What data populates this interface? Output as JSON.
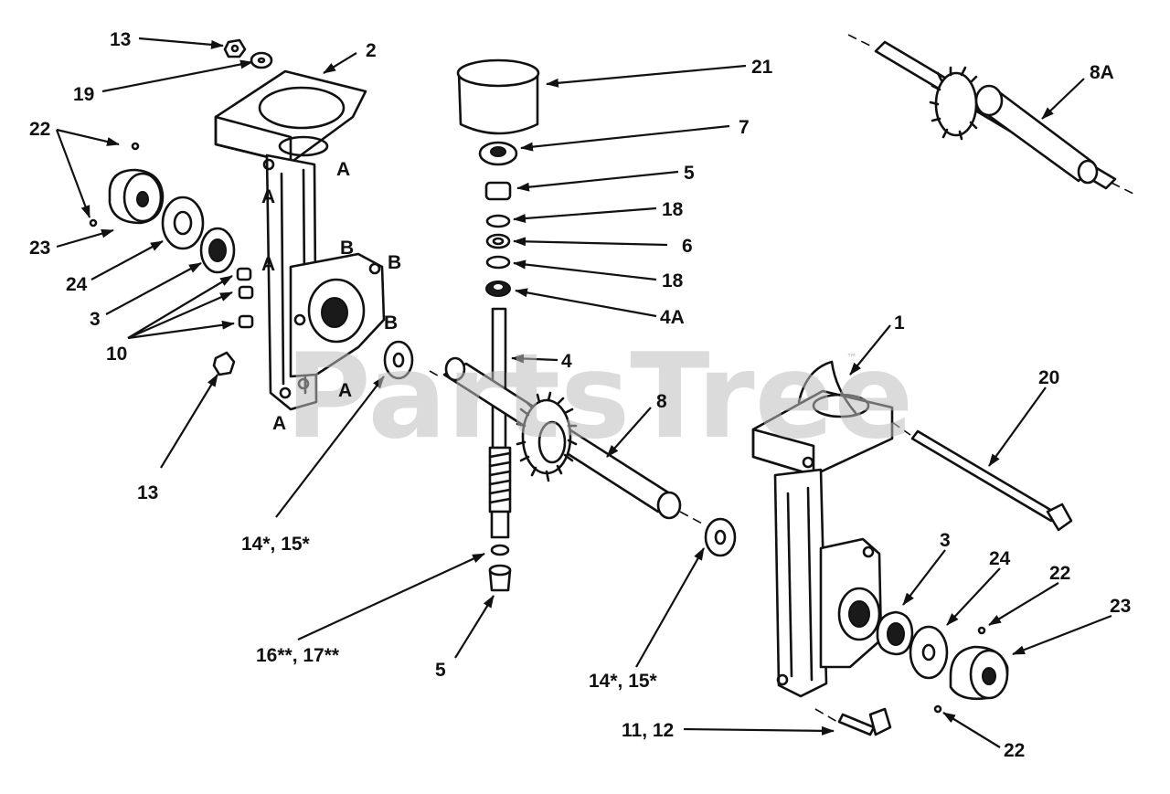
{
  "watermark": {
    "text": "PartsTree",
    "trademark": "™"
  },
  "labels": [
    {
      "id": "13-top",
      "text": "13"
    },
    {
      "id": "19",
      "text": "19"
    },
    {
      "id": "2",
      "text": "2"
    },
    {
      "id": "22-top",
      "text": "22"
    },
    {
      "id": "23-left",
      "text": "23"
    },
    {
      "id": "24-left",
      "text": "24"
    },
    {
      "id": "3-left",
      "text": "3"
    },
    {
      "id": "10",
      "text": "10"
    },
    {
      "id": "13-bottom",
      "text": "13"
    },
    {
      "id": "14-15-left",
      "text": "14*, 15*"
    },
    {
      "id": "16-17",
      "text": "16**, 17**"
    },
    {
      "id": "5-bottom",
      "text": "5"
    },
    {
      "id": "21",
      "text": "21"
    },
    {
      "id": "7",
      "text": "7"
    },
    {
      "id": "5-top",
      "text": "5"
    },
    {
      "id": "18-top",
      "text": "18"
    },
    {
      "id": "6",
      "text": "6"
    },
    {
      "id": "18-bottom",
      "text": "18"
    },
    {
      "id": "4A",
      "text": "4A"
    },
    {
      "id": "4",
      "text": "4"
    },
    {
      "id": "8",
      "text": "8"
    },
    {
      "id": "8A",
      "text": "8A"
    },
    {
      "id": "1",
      "text": "1"
    },
    {
      "id": "20",
      "text": "20"
    },
    {
      "id": "14-15-right",
      "text": "14*, 15*"
    },
    {
      "id": "3-right",
      "text": "3"
    },
    {
      "id": "24-right",
      "text": "24"
    },
    {
      "id": "22-right",
      "text": "22"
    },
    {
      "id": "23-right",
      "text": "23"
    },
    {
      "id": "22-bottom",
      "text": "22"
    },
    {
      "id": "11-12",
      "text": "11, 12"
    }
  ],
  "housing_marks": [
    {
      "id": "A1",
      "text": "A"
    },
    {
      "id": "A2",
      "text": "A"
    },
    {
      "id": "A3",
      "text": "A"
    },
    {
      "id": "A4",
      "text": "A"
    },
    {
      "id": "A5",
      "text": "A"
    },
    {
      "id": "B1",
      "text": "B"
    },
    {
      "id": "B2",
      "text": "B"
    },
    {
      "id": "B3",
      "text": "B"
    }
  ]
}
